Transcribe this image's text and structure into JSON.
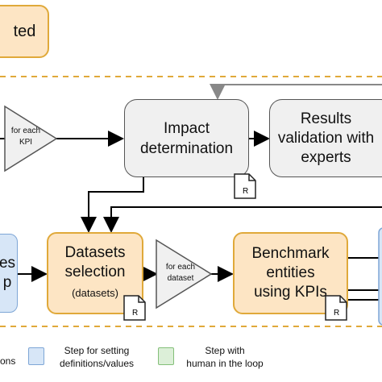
{
  "top_box": {
    "text": "ted"
  },
  "impact": {
    "line1": "Impact",
    "line2": "determination"
  },
  "results": {
    "line1": "Results",
    "line2": "validation with",
    "line3": "experts"
  },
  "left_box": {
    "line1": "es",
    "line2": "p"
  },
  "datasets": {
    "line1": "Datasets",
    "line2": "selection",
    "line3": "(datasets)"
  },
  "benchmark": {
    "line1": "Benchmark",
    "line2": "entities",
    "line3": "using KPIs"
  },
  "tri1": {
    "line1": "for each",
    "line2": "KPI"
  },
  "tri2": {
    "line1": "for each",
    "line2": "dataset"
  },
  "doc_letter": "R",
  "legend": {
    "item1": "ons",
    "item2_line1": "Step for setting",
    "item2_line2": "definitions/values",
    "item3_line1": "Step with",
    "item3_line2": "human in the loop"
  },
  "colors": {
    "orange_fill": "#fde5c4",
    "orange_border": "#e0a93a",
    "gray_fill": "#f0f0f0",
    "blue_fill": "#d7e6f7",
    "green_fill": "#dcefd8",
    "dashed": "#e0a93a"
  }
}
